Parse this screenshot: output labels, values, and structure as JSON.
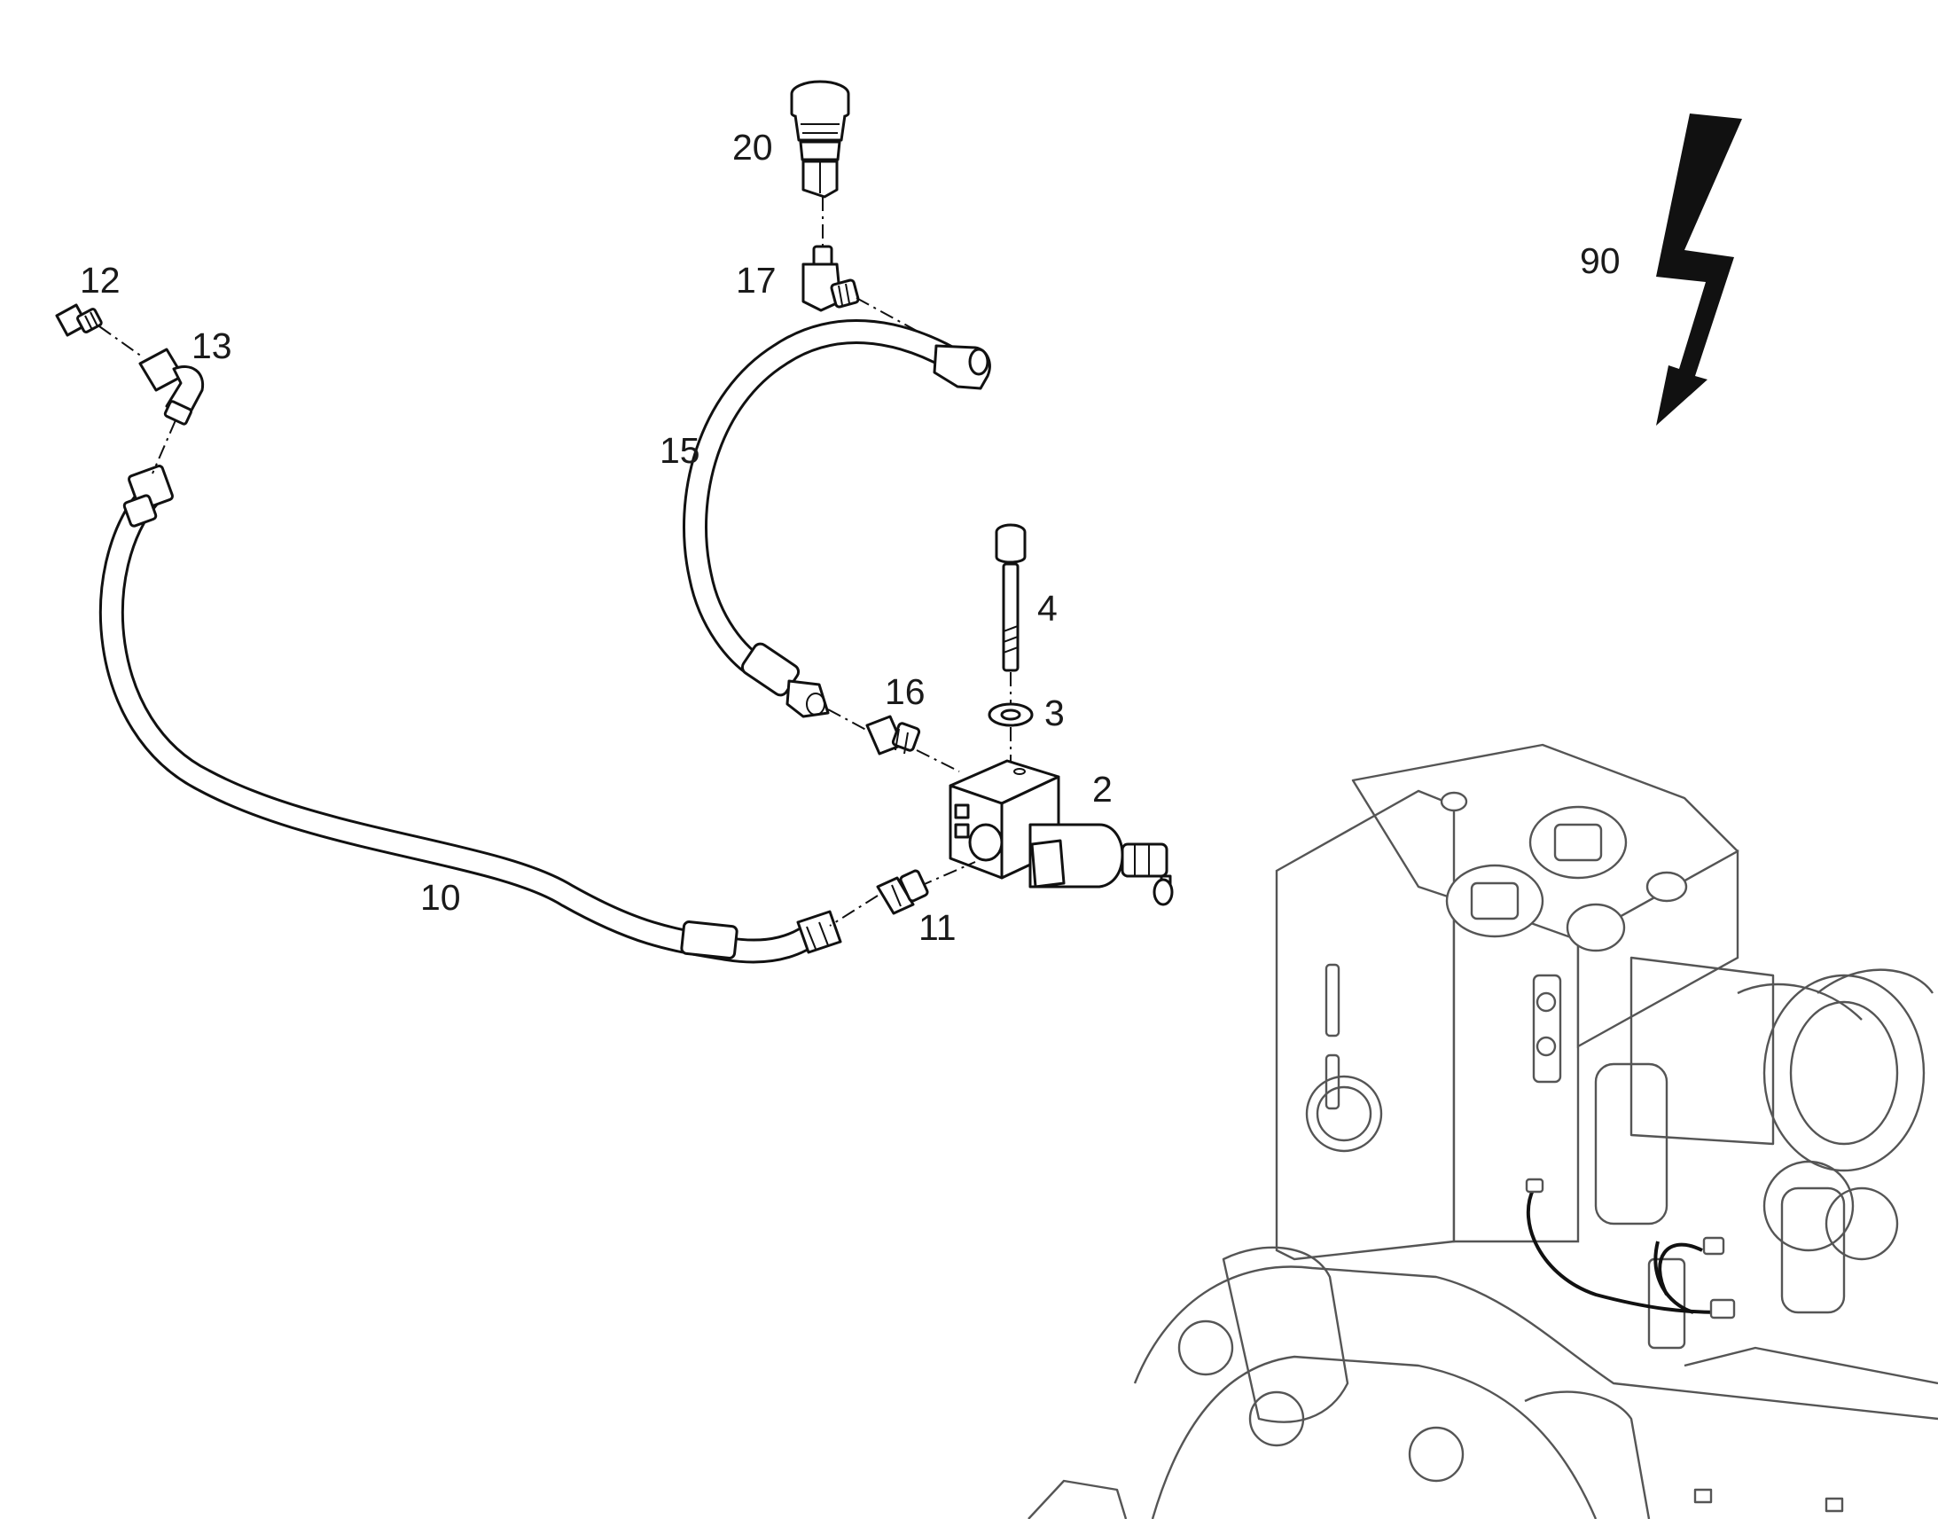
{
  "callouts": {
    "c2": "2",
    "c3": "3",
    "c4": "4",
    "c10": "10",
    "c11": "11",
    "c12": "12",
    "c13": "13",
    "c15": "15",
    "c16": "16",
    "c17": "17",
    "c20": "20",
    "c90": "90"
  },
  "colors": {
    "line": "#111111",
    "machine_line": "#555555",
    "background": "#ffffff"
  },
  "icons": {
    "direction_marker": "lightning-arrow-icon"
  }
}
